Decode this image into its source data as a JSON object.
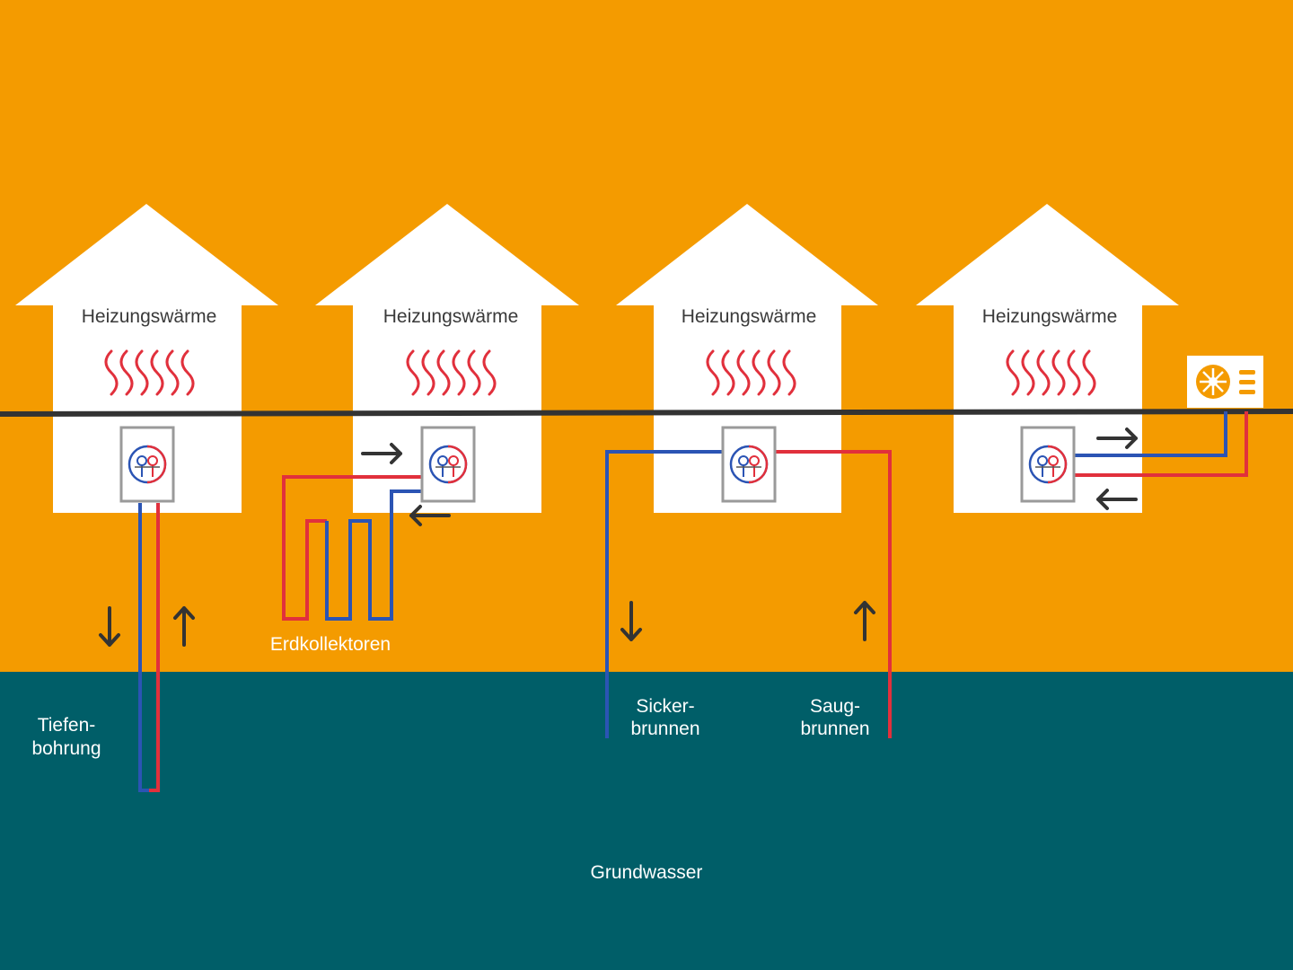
{
  "colors": {
    "ground": "#f49b00",
    "groundwater": "#005e68",
    "house": "#ffffff",
    "supply_red": "#e1303c",
    "return_blue": "#2b54b4",
    "arrow": "#333333",
    "surface_line": "#333333",
    "unit_border": "#9a9a9a"
  },
  "houses": [
    {
      "label": "Heizungswärme",
      "source": "Tiefenbohrung"
    },
    {
      "label": "Heizungswärme",
      "source": "Erdkollektoren"
    },
    {
      "label": "Heizungswärme",
      "source": "Grundwasser-Brunnen"
    },
    {
      "label": "Heizungswärme",
      "source": "Luft"
    }
  ],
  "labels": {
    "borehole_line1": "Tiefen-",
    "borehole_line2": "bohrung",
    "collectors": "Erdkollektoren",
    "sink_well_line1": "Sicker-",
    "sink_well_line2": "brunnen",
    "suction_well_line1": "Saug-",
    "suction_well_line2": "brunnen",
    "groundwater": "Grundwasser"
  },
  "icons": {
    "heat_pump": "heat-pump-icon",
    "outdoor_unit": "outdoor-unit-fan-icon",
    "heat_waves": "heat-waves-icon",
    "flow_arrow": "flow-arrow-icon"
  }
}
